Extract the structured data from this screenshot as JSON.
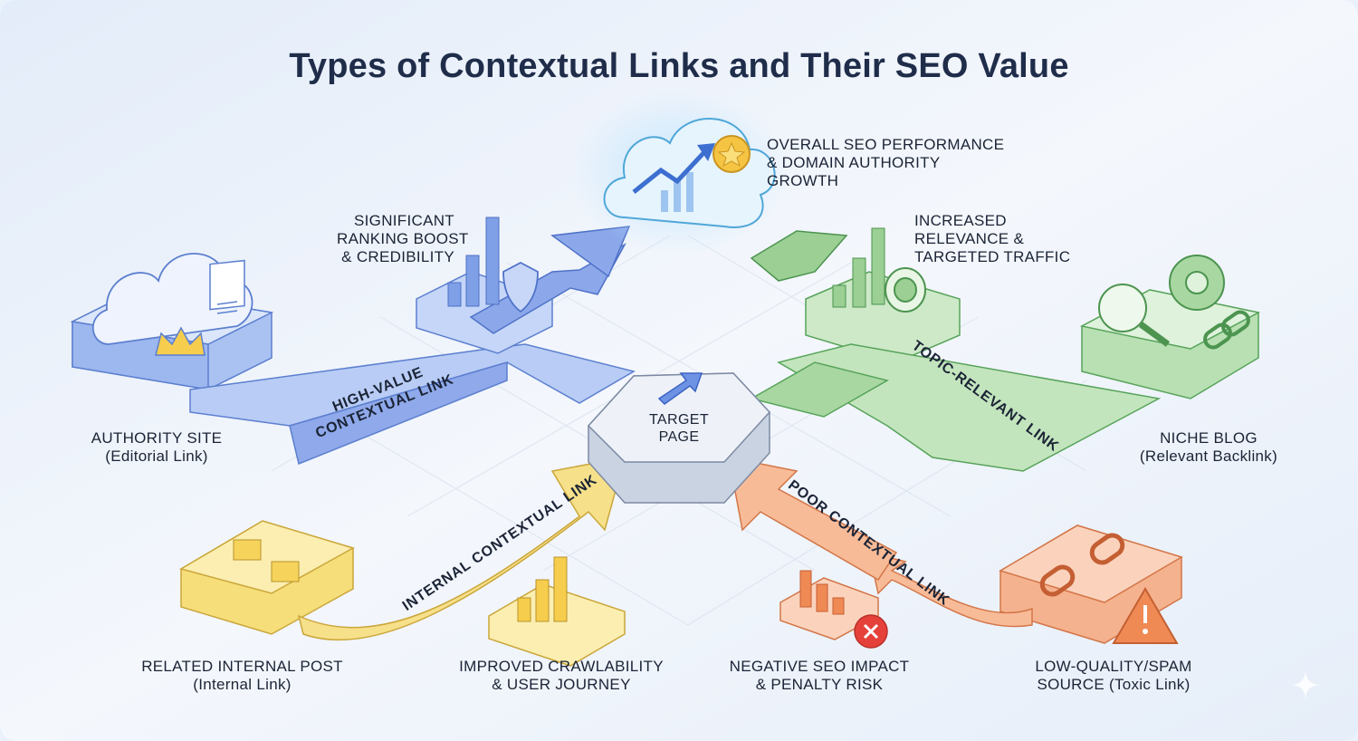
{
  "title": "Types of Contextual Links and Their SEO Value",
  "target_page": {
    "lines": [
      "TARGET",
      "PAGE"
    ]
  },
  "outcomes": {
    "overall": {
      "lines": [
        "OVERALL SEO PERFORMANCE",
        "& DOMAIN AUTHORITY",
        "GROWTH"
      ]
    },
    "ranking_boost": {
      "lines": [
        "SIGNIFICANT",
        "RANKING BOOST",
        "& CREDIBILITY"
      ]
    },
    "relevance": {
      "lines": [
        "INCREASED",
        "RELEVANCE &",
        "TARGETED TRAFFIC"
      ]
    },
    "crawlability": {
      "lines": [
        "IMPROVED CRAWLABILITY",
        "& USER JOURNEY"
      ]
    },
    "negative": {
      "lines": [
        "NEGATIVE SEO IMPACT",
        "& PENALTY RISK"
      ]
    }
  },
  "sources": {
    "authority": {
      "lines": [
        "AUTHORITY SITE",
        "(Editorial Link)"
      ]
    },
    "niche": {
      "lines": [
        "NICHE BLOG",
        "(Relevant Backlink)"
      ]
    },
    "internal": {
      "lines": [
        "RELATED INTERNAL POST",
        "(Internal Link)"
      ]
    },
    "spam": {
      "lines": [
        "LOW-QUALITY/SPAM",
        "SOURCE (Toxic Link)"
      ]
    }
  },
  "routes": {
    "high_value": {
      "lines": [
        "HIGH-VALUE",
        "CONTEXTUAL LINK"
      ]
    },
    "topic_relevant": {
      "lines": [
        "TOPIC-RELEVANT LINK"
      ]
    },
    "internal": {
      "lines": [
        "INTERNAL CONTEXTUAL LINK"
      ]
    },
    "poor": {
      "lines": [
        "POOR CONTEXTUAL LINK"
      ]
    }
  },
  "icons": [
    "cloud-icon",
    "crown-icon",
    "document-icon",
    "bar-chart-icon",
    "shield-icon",
    "trend-up-icon",
    "star-coin-icon",
    "target-icon",
    "gear-icon",
    "magnifier-icon",
    "chain-link-icon",
    "broken-chain-icon",
    "warning-icon",
    "close-icon",
    "arrow-icon",
    "sparkle-icon"
  ],
  "colors": {
    "high_value": "#8ca8ea",
    "topic_relevant": "#9bcf93",
    "internal": "#f7e08a",
    "poor": "#f8bb98",
    "target": "#eef2f8",
    "title": "#1f2d4a"
  }
}
